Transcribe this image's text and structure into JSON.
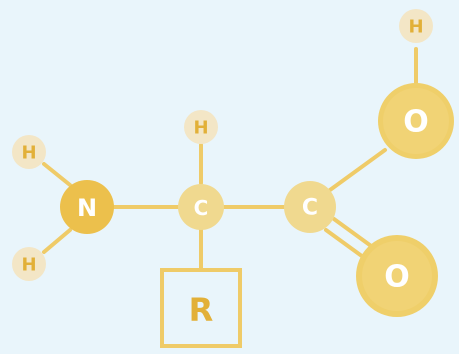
{
  "diagram": {
    "atoms": {
      "h_top_right": "H",
      "o_hydroxyl": "O",
      "h_alpha": "H",
      "h_amine_top": "H",
      "n_amine": "N",
      "c_alpha": "C",
      "c_carboxyl": "C",
      "h_amine_bottom": "H",
      "o_carbonyl": "O",
      "r_group": "R"
    },
    "colors": {
      "background": "#e9f5fb",
      "bond": "#efcb68",
      "hydrogen_fill": "#f3e6c6",
      "nitrogen_fill": "#ecc04c",
      "carbon_fill": "#f0d98f",
      "oxygen_fill": "#efcf6a",
      "r_box_stroke": "#efcb68",
      "label_light": "#ffffff",
      "label_dark": "#e2b038"
    }
  }
}
